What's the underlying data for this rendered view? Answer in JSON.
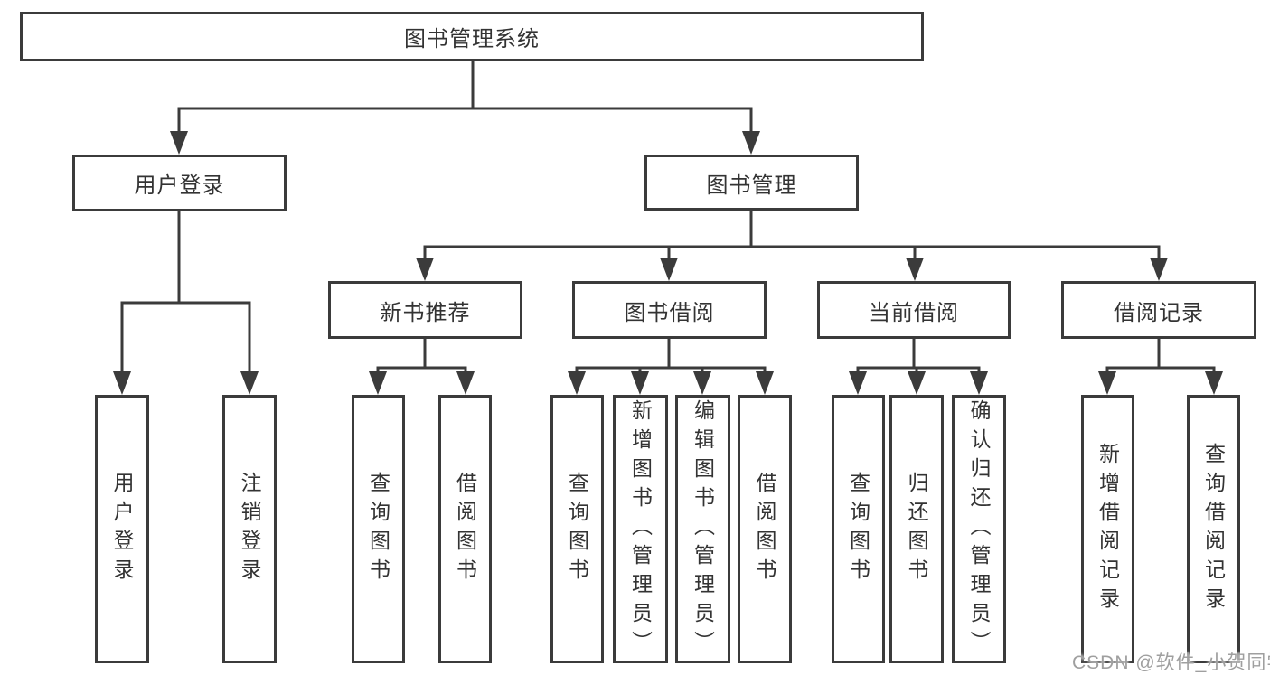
{
  "colors": {
    "line": "#3b3b3b",
    "text": "#333333",
    "watermark": "#9f9f9f"
  },
  "watermark": {
    "text": "CSDN @软件_小贺同学"
  },
  "diagram": {
    "type": "hierarchy-tree",
    "root": {
      "label": "图书管理系统",
      "children": [
        {
          "label": "用户登录",
          "children": [
            {
              "label": "用户登录"
            },
            {
              "label": "注销登录"
            }
          ]
        },
        {
          "label": "图书管理",
          "children": [
            {
              "label": "新书推荐",
              "children": [
                {
                  "label": "查询图书"
                },
                {
                  "label": "借阅图书"
                }
              ]
            },
            {
              "label": "图书借阅",
              "children": [
                {
                  "label": "查询图书"
                },
                {
                  "label": "新增图书（管理员）"
                },
                {
                  "label": "编辑图书（管理员）"
                },
                {
                  "label": "借阅图书"
                }
              ]
            },
            {
              "label": "当前借阅",
              "children": [
                {
                  "label": "查询图书"
                },
                {
                  "label": "归还图书"
                },
                {
                  "label": "确认归还（管理员）"
                }
              ]
            },
            {
              "label": "借阅记录",
              "children": [
                {
                  "label": "新增借阅记录"
                },
                {
                  "label": "查询借阅记录"
                }
              ]
            }
          ]
        }
      ]
    }
  }
}
